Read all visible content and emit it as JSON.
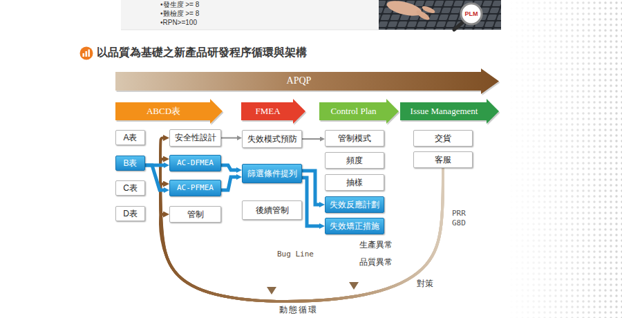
{
  "diagram": {
    "title": "以品質為基礎之新產品研發程序循環與架構",
    "nodes": [
      {
        "text": [
          "PLM"
        ]
      },
      {
        "text": [
          "APQP"
        ]
      },
      {
        "text": [
          "ABCD表"
        ]
      },
      {
        "text": [
          "FMEA"
        ]
      },
      {
        "text": [
          "Control Plan"
        ]
      },
      {
        "text": [
          "Issue Management"
        ]
      },
      {
        "text": [
          "A表"
        ]
      },
      {
        "text": [
          "安全性設計"
        ]
      },
      {
        "text": [
          "失效模式預防"
        ]
      },
      {
        "text": [
          "管制模式"
        ]
      },
      {
        "text": [
          "交貨"
        ]
      },
      {
        "text": [
          "B表"
        ]
      },
      {
        "text": [
          "AC-DFMEA"
        ]
      },
      {
        "text": [
          "篩選條件提列"
        ]
      },
      {
        "text": [
          "頻度"
        ]
      },
      {
        "text": [
          "客服"
        ]
      },
      {
        "text": [
          "C表"
        ]
      },
      {
        "text": [
          "AC-PFMEA"
        ]
      },
      {
        "text": [
          "抽樣"
        ]
      },
      {
        "text": [
          "D表"
        ]
      },
      {
        "text": [
          "管制"
        ]
      },
      {
        "text": [
          "後續管制"
        ]
      },
      {
        "text": [
          "失效反應計劃"
        ]
      },
      {
        "text": [
          "失效矯正措施"
        ]
      }
    ],
    "edges": [
      {
        "from": 15,
        "to": 7,
        "arrow": "to"
      },
      {
        "from": 15,
        "to": 12,
        "arrow": "to"
      },
      {
        "from": 15,
        "to": 17,
        "arrow": "to"
      },
      {
        "from": 15,
        "to": 20,
        "arrow": "to"
      },
      {
        "from": 7,
        "to": 8,
        "arrow": "to"
      },
      {
        "from": 11,
        "to": 12,
        "arrow": "to"
      },
      {
        "from": 11,
        "to": 17,
        "arrow": "to"
      },
      {
        "from": 12,
        "to": 13,
        "arrow": "to"
      },
      {
        "from": 17,
        "to": 13,
        "arrow": "to"
      },
      {
        "from": 13,
        "to": 22,
        "arrow": "to"
      },
      {
        "from": 13,
        "to": 23,
        "arrow": "to"
      },
      {
        "from": 8,
        "to": 9,
        "arrow": "to"
      }
    ],
    "labels": [
      "•發生度 >= 8",
      "•難檢度 >= 8",
      "•RPN>=100",
      "Bug Line",
      "生產異常",
      "品質異常",
      "PRR",
      "G8D",
      "對策",
      "動態循環"
    ]
  }
}
